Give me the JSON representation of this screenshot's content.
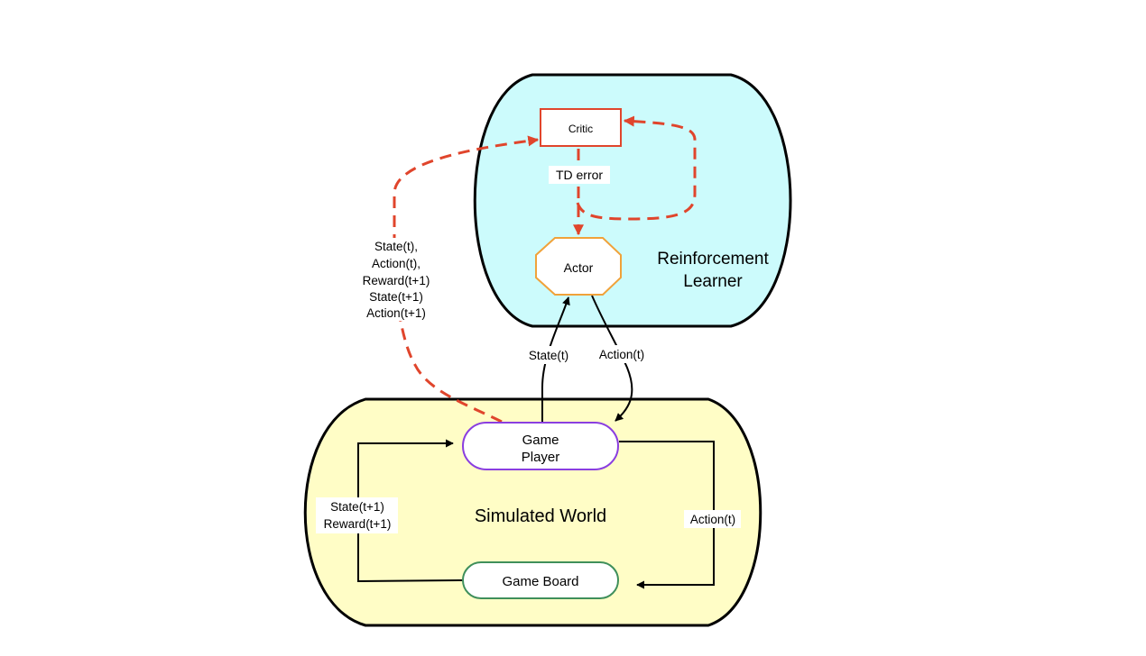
{
  "containers": {
    "reinforcement_learner": {
      "label_line1": "Reinforcement",
      "label_line2": "Learner",
      "fill": "#ccfbfc"
    },
    "simulated_world": {
      "label": "Simulated World",
      "fill": "#fffdc6"
    }
  },
  "nodes": {
    "critic": {
      "label": "Critic",
      "stroke": "#e0452c"
    },
    "actor": {
      "label": "Actor",
      "stroke": "#f0a23a"
    },
    "game_player": {
      "label_line1": "Game",
      "label_line2": "Player",
      "stroke": "#8a3ee0"
    },
    "game_board": {
      "label": "Game Board",
      "stroke": "#3f8f5b"
    }
  },
  "edge_labels": {
    "td_error": "TD error",
    "critic_input": [
      "State(t),",
      "Action(t),",
      "Reward(t+1)",
      "State(t+1)",
      "Action(t+1)"
    ],
    "state_to_actor": "State(t)",
    "action_from_actor": "Action(t)",
    "board_feedback": [
      "State(t+1)",
      "Reward(t+1)"
    ],
    "action_to_board": "Action(t)"
  },
  "colors": {
    "dashed_arrow": "#e0452c",
    "solid_arrow": "#000000"
  }
}
